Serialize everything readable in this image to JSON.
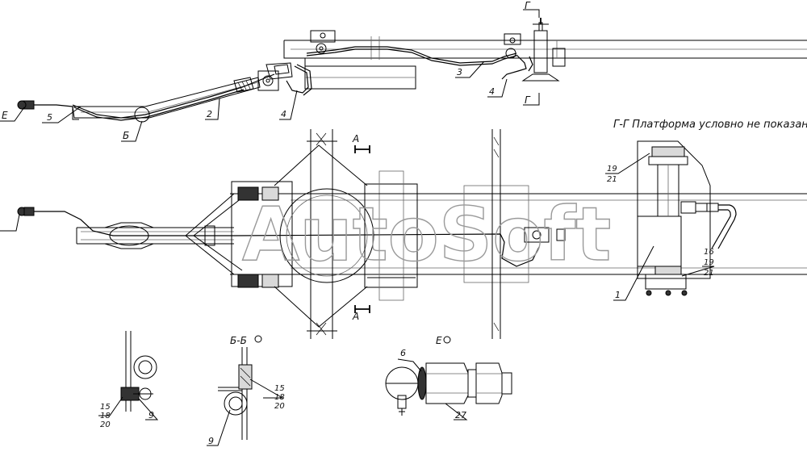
{
  "labels": {
    "e_main": "Е",
    "b_main": "Б",
    "g_top": "Г",
    "g_bottom": "Г",
    "a_top": "А",
    "a_bottom": "А",
    "p1": "1",
    "p2": "2",
    "p3": "3",
    "p4a": "4",
    "p4b": "4",
    "p5": "5",
    "p6": "6",
    "p9a": "9",
    "p9b": "9",
    "p15a": "15",
    "p18a": "18",
    "p20a": "20",
    "p15b": "15",
    "p18b": "18",
    "p20b": "20",
    "p16": "16",
    "p19a": "19",
    "p21a": "21",
    "p19b": "19",
    "p21b": "21",
    "p27": "27"
  },
  "section_gg": {
    "title": "Г-Г  Платформа условно не показана"
  },
  "view_bb": {
    "title": "Б-Б"
  },
  "view_e": {
    "title": "Е"
  },
  "watermark": "AutoSoft"
}
